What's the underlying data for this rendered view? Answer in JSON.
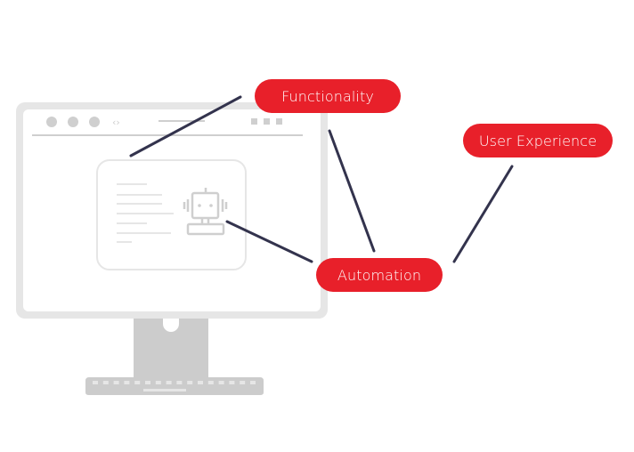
{
  "diagram": {
    "subject": "Computer monitor with browser window showing a bot card",
    "labels": [
      {
        "id": "functionality",
        "text": "Functionality"
      },
      {
        "id": "user-experience",
        "text": "User Experience"
      },
      {
        "id": "automation",
        "text": "Automation"
      }
    ],
    "browser": {
      "nav_glyph": "‹›"
    },
    "icons": {
      "window_dots": "three-circle-window-controls",
      "nav": "back-forward-arrows-icon",
      "center_card": "robot-icon",
      "menu": "three-square-menu-icon"
    },
    "colors": {
      "pill": "#e8202a",
      "pill_text": "#ffffff",
      "connector": "#33334d",
      "monitor_frame": "#e6e6e6",
      "monitor_stand": "#cccccc",
      "ui_gray": "#cfcfcf",
      "background": "#ffffff"
    }
  }
}
